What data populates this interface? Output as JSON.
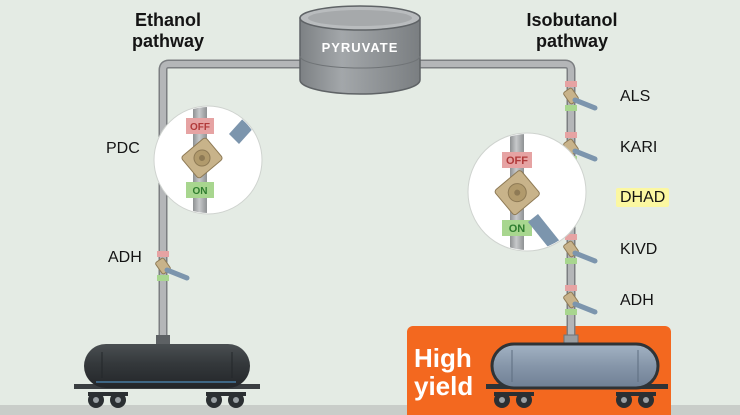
{
  "titles": {
    "ethanol": [
      "Ethanol",
      "pathway"
    ],
    "isobutanol": [
      "Isobutanol",
      "pathway"
    ]
  },
  "pyruvate_label": "PYRUVATE",
  "enzymes": {
    "ethanol": [
      "PDC",
      "ADH"
    ],
    "isobutanol": [
      "ALS",
      "KARI",
      "DHAD",
      "KIVD",
      "ADH"
    ]
  },
  "highlighted_enzyme": "DHAD",
  "valve_labels": {
    "off": "OFF",
    "on": "ON"
  },
  "yield_label": [
    "High",
    "yield"
  ],
  "colors": {
    "background": "#e4ebe4",
    "pipe": "#a4a6a8",
    "tank": "#898d90",
    "off": "#e6a3a3",
    "on": "#a8d68f",
    "highlight": "#fbf7a1",
    "accent": "#f3681f",
    "ethanol_car": "#34393c",
    "isobutanol_car": "#7d8fa4",
    "handle": "#7c95ad"
  }
}
